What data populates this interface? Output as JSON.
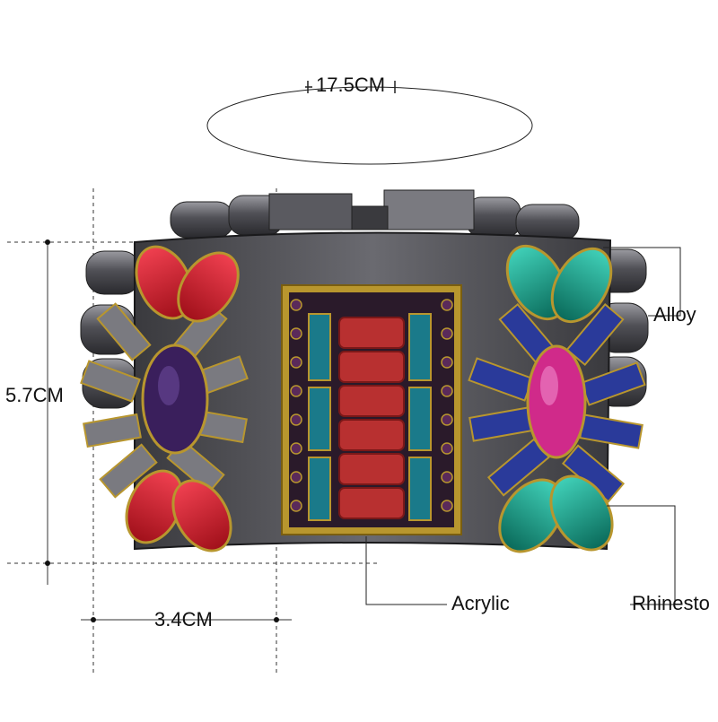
{
  "dimensions": {
    "circumference": "17.5CM",
    "height": "5.7CM",
    "width": "3.4CM"
  },
  "materials": {
    "alloy": "Alloy",
    "acrylic": "Acrylic",
    "rhinestone": "Rhinesto"
  },
  "colors": {
    "metal": "#4a4a4e",
    "gold": "#b8962e",
    "red": "#d0202a",
    "purple": "#3a1f5c",
    "teal": "#1a9a8a",
    "blue": "#2a3a9a",
    "magenta": "#d02a8a",
    "coral": "#b83030"
  }
}
